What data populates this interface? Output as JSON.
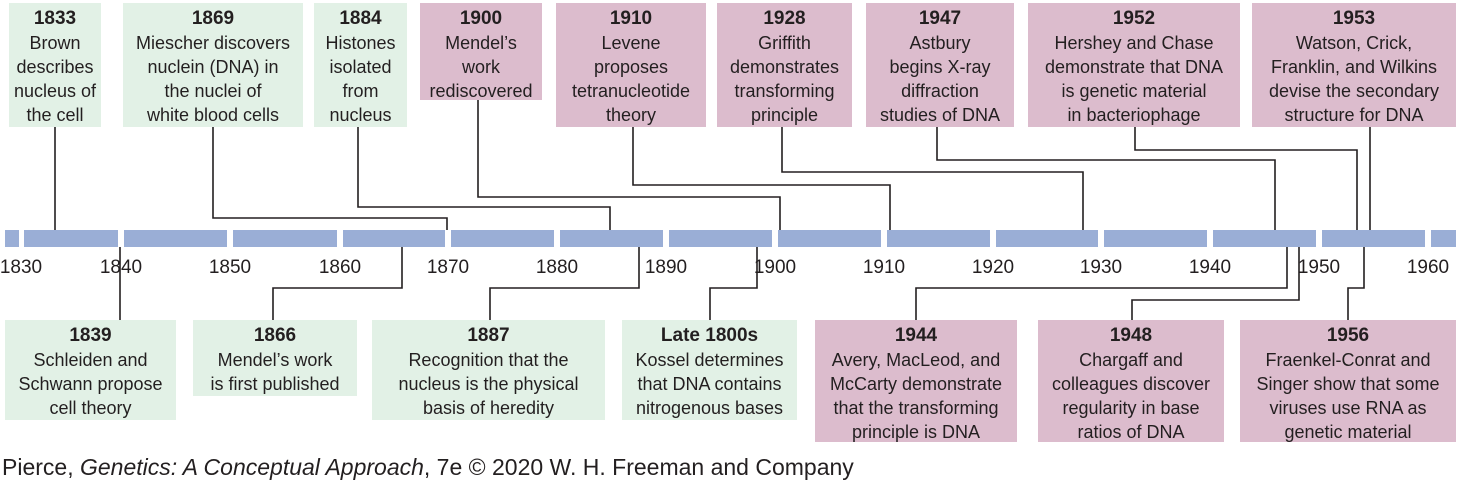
{
  "colors": {
    "axis": "#9aaed6",
    "connector": "#231f20",
    "genetics_box": "#e2f1e6",
    "molecular_box": "#dcbccd"
  },
  "axis_ticks": [
    "1830",
    "1840",
    "1850",
    "1860",
    "1870",
    "1880",
    "1890",
    "1900",
    "1910",
    "1920",
    "1930",
    "1940",
    "1950",
    "1960"
  ],
  "events_top": [
    {
      "year": "1833",
      "desc": "Brown\ndescribes\nnucleus of\nthe cell"
    },
    {
      "year": "1869",
      "desc": "Miescher discovers\nnuclein (DNA) in\nthe nuclei of\nwhite blood cells"
    },
    {
      "year": "1884",
      "desc": "Histones\nisolated\nfrom\nnucleus"
    },
    {
      "year": "1900",
      "desc": "Mendel’s\nwork\nrediscovered"
    },
    {
      "year": "1910",
      "desc": "Levene\nproposes\ntetranucleotide\ntheory"
    },
    {
      "year": "1928",
      "desc": "Griffith\ndemonstrates\ntransforming\nprinciple"
    },
    {
      "year": "1947",
      "desc": "Astbury\nbegins X-ray\ndiffraction\nstudies of DNA"
    },
    {
      "year": "1952",
      "desc": "Hershey and Chase\ndemonstrate that DNA\nis genetic material\nin bacteriophage"
    },
    {
      "year": "1953",
      "desc": "Watson, Crick,\nFranklin, and Wilkins\ndevise the secondary\nstructure for DNA"
    }
  ],
  "events_bottom": [
    {
      "year": "1839",
      "desc": "Schleiden and\nSchwann propose\ncell theory"
    },
    {
      "year": "1866",
      "desc": "Mendel’s work\nis first published"
    },
    {
      "year": "1887",
      "desc": "Recognition that the\nnucleus is the physical\nbasis of heredity"
    },
    {
      "year": "Late 1800s",
      "desc": "Kossel determines\nthat DNA contains\nnitrogenous bases"
    },
    {
      "year": "1944",
      "desc": "Avery, MacLeod, and\nMcCarty demonstrate\nthat the transforming\nprinciple is DNA"
    },
    {
      "year": "1948",
      "desc": "Chargaff and\ncolleagues discover\nregularity in base\nratios of DNA"
    },
    {
      "year": "1956",
      "desc": "Fraenkel-Conrat and\nSinger show that some\nviruses use RNA as\ngenetic material"
    }
  ],
  "credit": {
    "author": "Pierce, ",
    "title": "Genetics: A Conceptual Approach",
    "rest": ", 7e © 2020 W. H. Freeman and Company"
  }
}
